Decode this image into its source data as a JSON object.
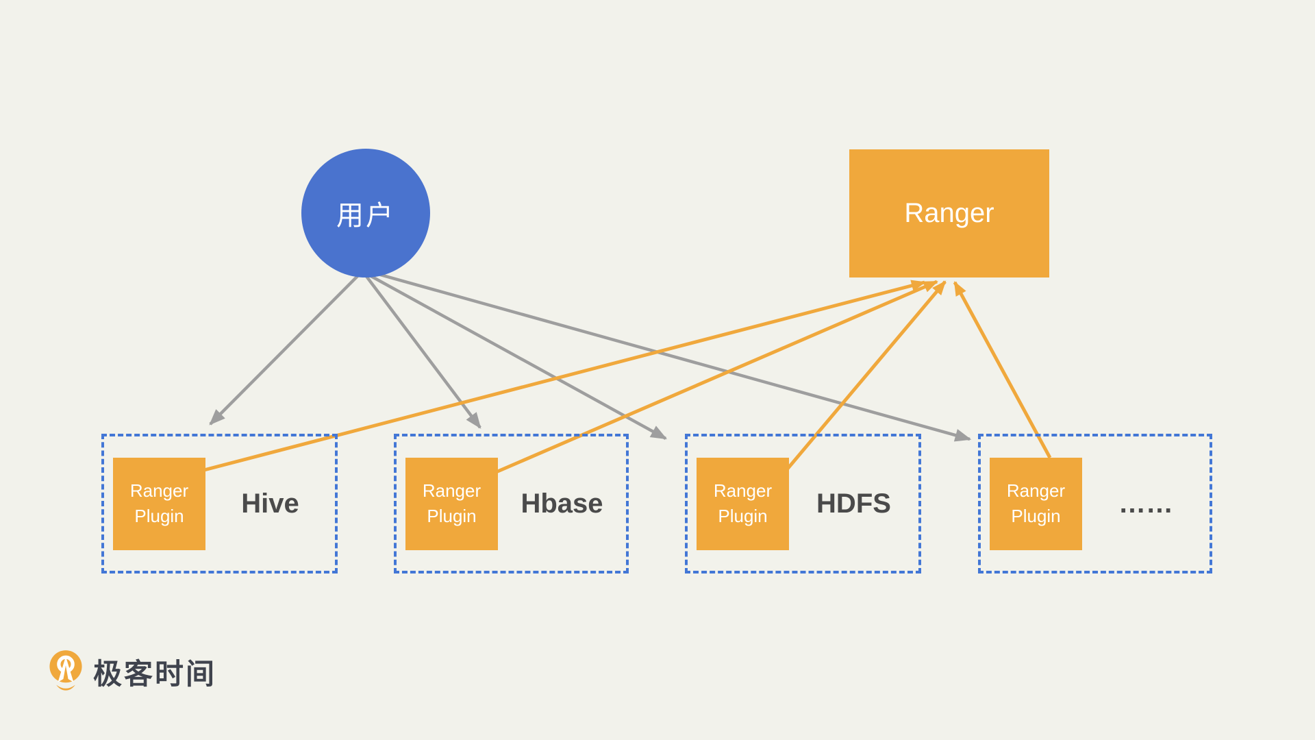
{
  "diagram": {
    "user_label": "用户",
    "ranger_label": "Ranger",
    "services": [
      {
        "plugin_label": "Ranger Plugin",
        "name": "Hive"
      },
      {
        "plugin_label": "Ranger Plugin",
        "name": "Hbase"
      },
      {
        "plugin_label": "Ranger Plugin",
        "name": "HDFS"
      },
      {
        "plugin_label": "Ranger Plugin",
        "name": "……"
      }
    ],
    "connections": [
      {
        "from": "user",
        "to": "hive-box",
        "color": "gray"
      },
      {
        "from": "user",
        "to": "hbase-box",
        "color": "gray"
      },
      {
        "from": "user",
        "to": "hdfs-box",
        "color": "gray"
      },
      {
        "from": "user",
        "to": "more-box",
        "color": "gray"
      },
      {
        "from": "hive-plugin",
        "to": "ranger",
        "color": "orange"
      },
      {
        "from": "hbase-plugin",
        "to": "ranger",
        "color": "orange"
      },
      {
        "from": "hdfs-plugin",
        "to": "ranger",
        "color": "orange"
      },
      {
        "from": "more-plugin",
        "to": "ranger",
        "color": "orange"
      }
    ]
  },
  "footer": {
    "logo_text": "极客时间"
  },
  "colors": {
    "background": "#F2F2EB",
    "user-blue": "#4A73CE",
    "orange": "#F0A83C",
    "dash-blue": "#4377D6",
    "arrow-gray": "#9E9E9E",
    "text-dark": "#4A4A4A",
    "logo-text": "#3F434D"
  }
}
